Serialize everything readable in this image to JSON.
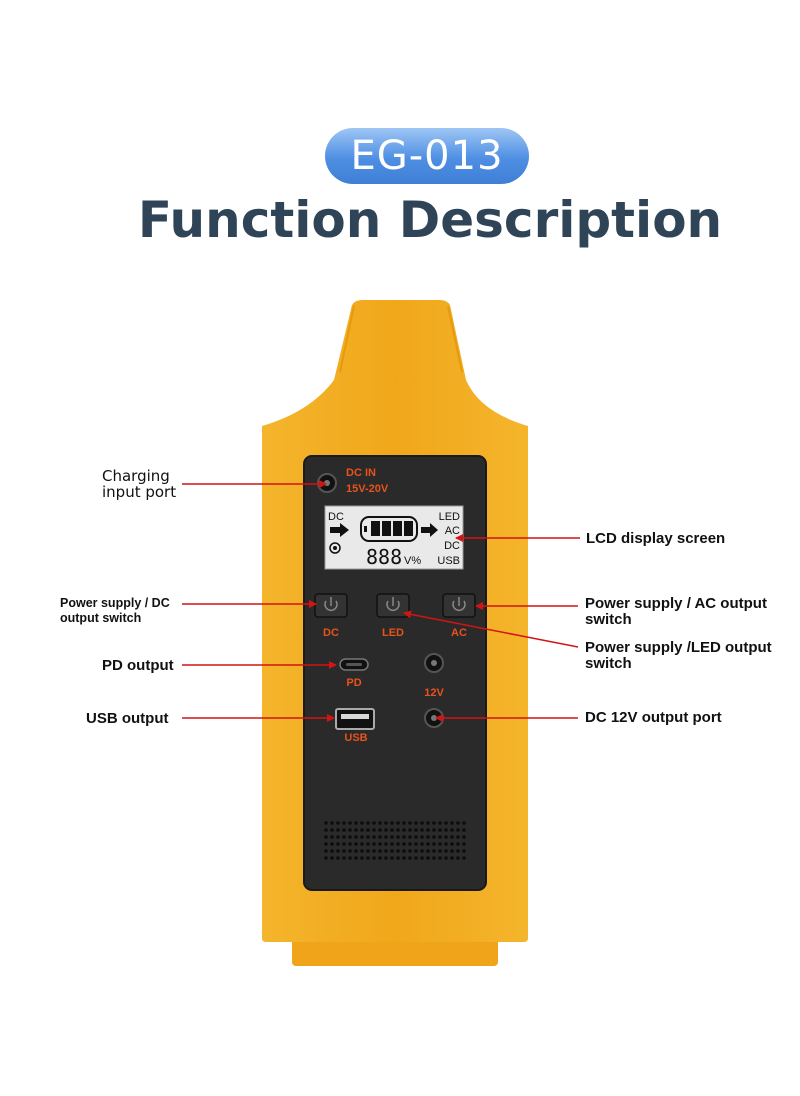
{
  "header": {
    "model": "EG-013",
    "title": "Function Description"
  },
  "device": {
    "dc_in_label": "DC  IN",
    "dc_in_voltage": "15V-20V",
    "lcd": {
      "left_top": "DC",
      "right_labels": [
        "LED",
        "AC",
        "DC",
        "USB"
      ],
      "digits": "888",
      "units": "V%"
    },
    "buttons": [
      "DC",
      "LED",
      "AC"
    ],
    "ports": {
      "pd": "PD",
      "dc12": "12V",
      "usb": "USB"
    },
    "colors": {
      "body": "#f3a81c",
      "panel": "#2a2a2a",
      "accent": "#e8521b",
      "arrow": "#d21414"
    }
  },
  "callouts": {
    "charging": [
      "Charging",
      "input port"
    ],
    "lcd": "LCD display screen",
    "dc_switch": [
      "Power supply / DC",
      "output switch"
    ],
    "ac_switch": [
      "Power supply / AC output",
      "switch"
    ],
    "led_switch": [
      "Power supply /LED output",
      "switch"
    ],
    "pd": "PD output",
    "usb": "USB output",
    "dc12": "DC 12V output port"
  }
}
